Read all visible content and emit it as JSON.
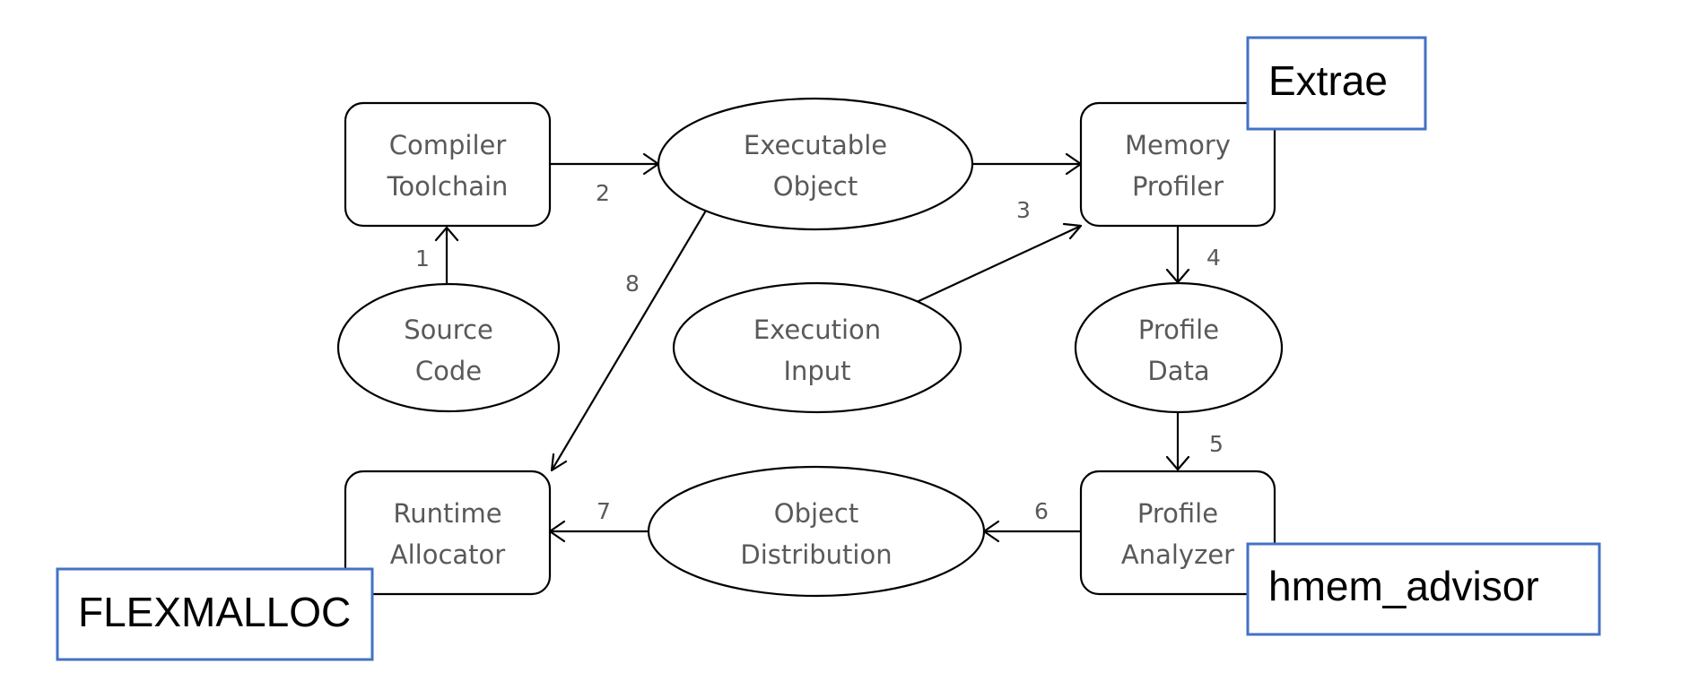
{
  "nodes": {
    "compiler_toolchain": [
      "Compiler",
      "Toolchain"
    ],
    "executable_object": [
      "Executable",
      "Object"
    ],
    "memory_profiler": [
      "Memory",
      "Profiler"
    ],
    "source_code": [
      "Source",
      "Code"
    ],
    "execution_input": [
      "Execution",
      "Input"
    ],
    "profile_data": [
      "Profile",
      "Data"
    ],
    "runtime_allocator": [
      "Runtime",
      "Allocator"
    ],
    "object_distribution": [
      "Object",
      "Distribution"
    ],
    "profile_analyzer": [
      "Profile",
      "Analyzer"
    ]
  },
  "edge_labels": {
    "e1": "1",
    "e2": "2",
    "e3": "3",
    "e4": "4",
    "e5": "5",
    "e6": "6",
    "e7": "7",
    "e8": "8"
  },
  "tools": {
    "extrae": "Extrae",
    "hmem_advisor": "hmem_advisor",
    "flexmalloc": "FLEXMALLOC"
  }
}
